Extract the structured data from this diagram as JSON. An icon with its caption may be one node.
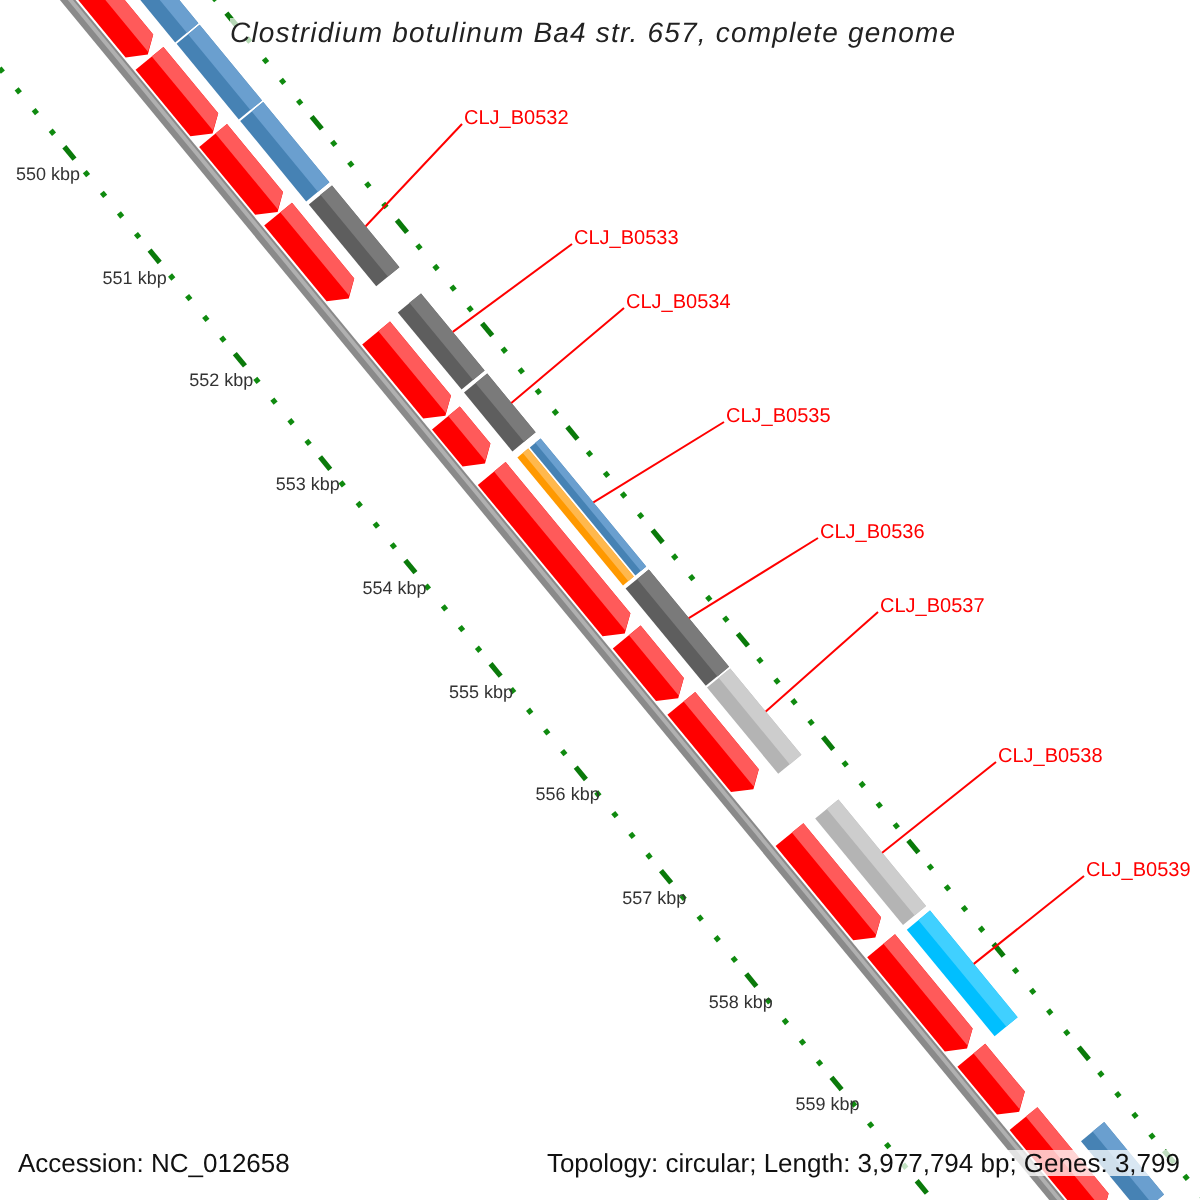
{
  "diagram": {
    "title": "Clostridium botulinum Ba4 str. 657, complete genome",
    "nodes": [
      {
        "text": [
          "CLJ_B0532"
        ]
      },
      {
        "text": [
          "CLJ_B0533"
        ]
      },
      {
        "text": [
          "CLJ_B0534"
        ]
      },
      {
        "text": [
          "CLJ_B0535"
        ]
      },
      {
        "text": [
          "CLJ_B0536"
        ]
      },
      {
        "text": [
          "CLJ_B0537"
        ]
      },
      {
        "text": [
          "CLJ_B0538"
        ]
      },
      {
        "text": [
          "CLJ_B0539"
        ]
      },
      {
        "text": [],
        "shape": "pentagon"
      },
      {
        "text": [],
        "shape": "bar"
      },
      {
        "text": [],
        "shape": "pentagon"
      },
      {
        "text": [],
        "shape": "bar"
      },
      {
        "text": [],
        "shape": "pentagon"
      },
      {
        "text": [],
        "shape": "bar"
      },
      {
        "text": [],
        "shape": "pentagon"
      },
      {
        "text": [],
        "shape": "bar"
      },
      {
        "text": [],
        "shape": "bar"
      },
      {
        "text": [],
        "shape": "pentagon"
      },
      {
        "text": [],
        "shape": "bar"
      },
      {
        "text": [],
        "shape": "pentagon"
      },
      {
        "text": [],
        "shape": "pentagon"
      },
      {
        "text": [],
        "shape": "bar"
      },
      {
        "text": [],
        "shape": "bar"
      },
      {
        "text": [],
        "shape": "bar"
      },
      {
        "text": [],
        "shape": "pentagon"
      },
      {
        "text": [],
        "shape": "pentagon"
      },
      {
        "text": [],
        "shape": "bar"
      },
      {
        "text": [],
        "shape": "pentagon"
      },
      {
        "text": [],
        "shape": "bar"
      },
      {
        "text": [],
        "shape": "pentagon"
      },
      {
        "text": [],
        "shape": "bar"
      },
      {
        "text": [],
        "shape": "pentagon"
      },
      {
        "text": [],
        "shape": "pentagon"
      },
      {
        "text": [],
        "shape": "bar"
      }
    ],
    "edges": [
      {
        "from": 0,
        "to": 15,
        "arrow": "none"
      },
      {
        "from": 1,
        "to": 16,
        "arrow": "none"
      },
      {
        "from": 2,
        "to": 18,
        "arrow": "none"
      },
      {
        "from": 3,
        "to": 21,
        "arrow": "none"
      },
      {
        "from": 4,
        "to": 23,
        "arrow": "none"
      },
      {
        "from": 5,
        "to": 26,
        "arrow": "none"
      },
      {
        "from": 6,
        "to": 28,
        "arrow": "none"
      },
      {
        "from": 7,
        "to": 30,
        "arrow": "none"
      }
    ],
    "labels": [
      "550 kbp",
      "551 kbp",
      "552 kbp",
      "553 kbp",
      "554 kbp",
      "555 kbp",
      "556 kbp",
      "557 kbp",
      "558 kbp",
      "559 kbp",
      "Accession: NC_012658",
      "Topology: circular; Length: 3,977,794 bp; Genes: 3,799"
    ]
  }
}
